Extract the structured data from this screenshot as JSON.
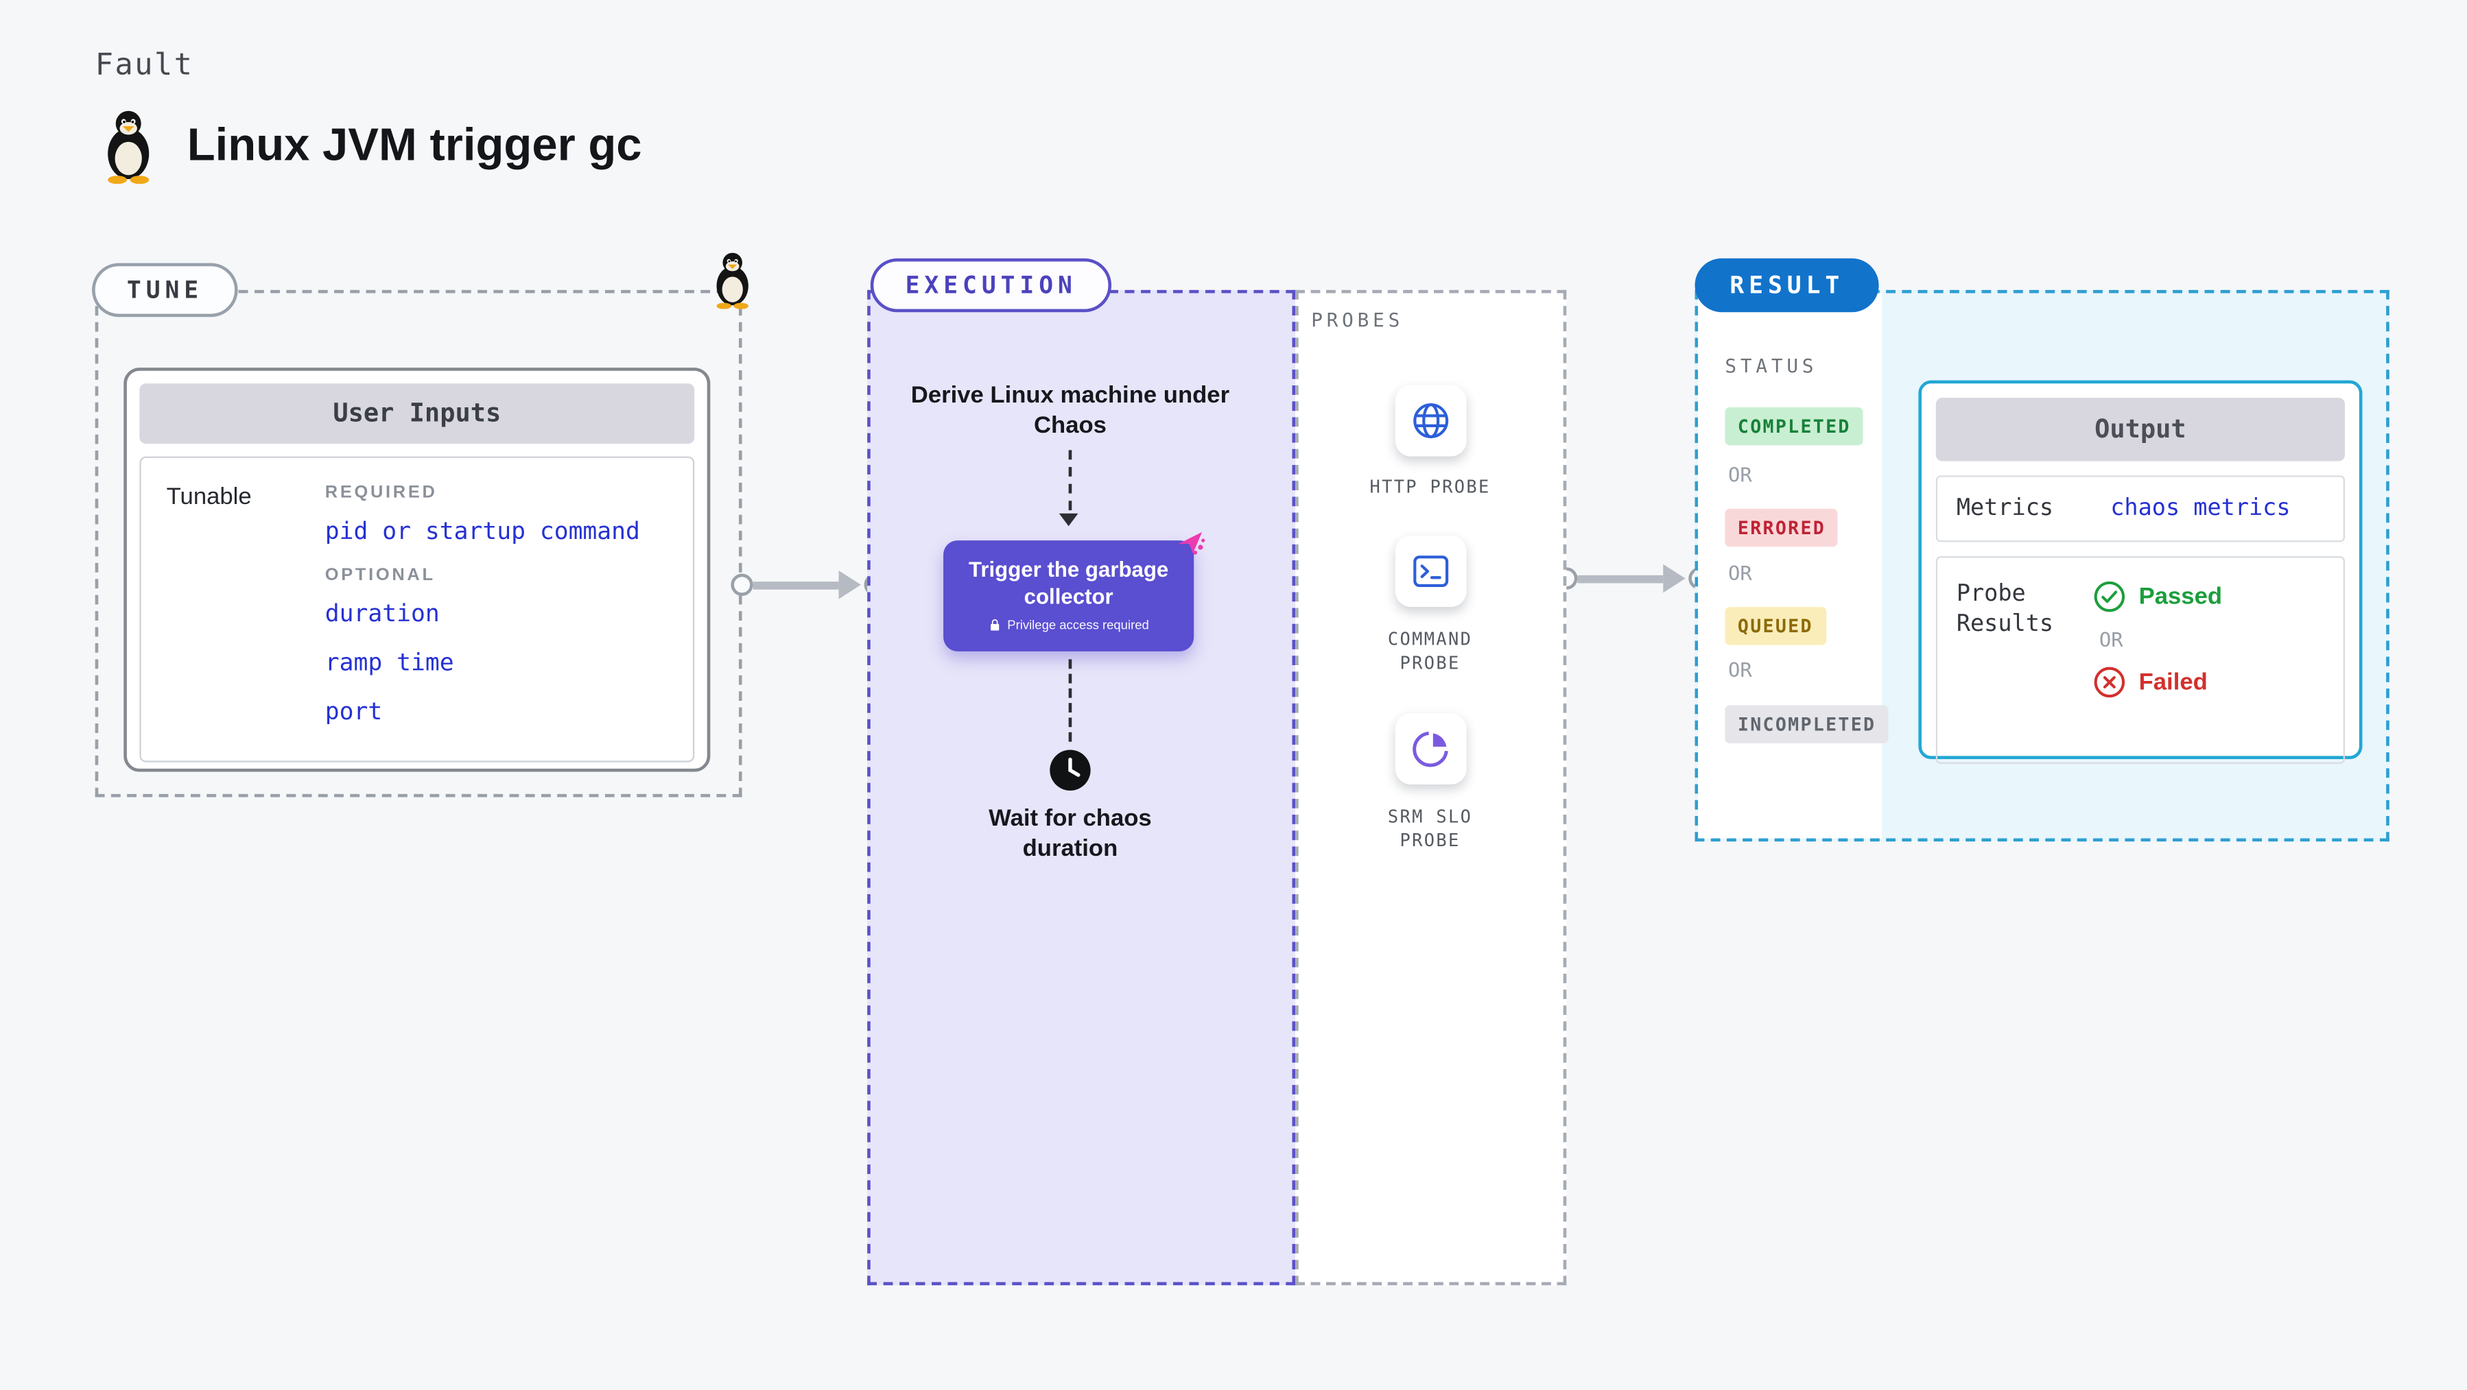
{
  "colors": {
    "accent_purple": "#5a4ed1",
    "result_blue": "#1273cb",
    "link_blue": "#2531d3",
    "passed_green": "#1b9e3c",
    "failed_red": "#d2302c",
    "chaos_pink": "#ec3ab0"
  },
  "header": {
    "kicker": "Fault",
    "title": "Linux JVM trigger gc"
  },
  "tune": {
    "pill": "TUNE",
    "card_title": "User Inputs",
    "row_label": "Tunable",
    "required_label": "REQUIRED",
    "required_items": [
      "pid or startup command"
    ],
    "optional_label": "OPTIONAL",
    "optional_items": [
      "duration",
      "ramp time",
      "port"
    ]
  },
  "execution": {
    "pill": "EXECUTION",
    "step_derive": "Derive Linux machine under Chaos",
    "action_title": "Trigger the garbage collector",
    "action_note": "Privilege access required",
    "step_wait": "Wait for chaos duration",
    "probes": {
      "label": "PROBES",
      "items": [
        {
          "name": "HTTP PROBE"
        },
        {
          "name": "COMMAND PROBE"
        },
        {
          "name": "SRM SLO PROBE"
        }
      ]
    }
  },
  "result": {
    "pill": "RESULT",
    "status_label": "STATUS",
    "or_label": "OR",
    "statuses": [
      {
        "text": "COMPLETED"
      },
      {
        "text": "ERRORED"
      },
      {
        "text": "QUEUED"
      },
      {
        "text": "INCOMPLETED"
      }
    ],
    "output": {
      "title": "Output",
      "metrics_label": "Metrics",
      "metrics_value": "chaos metrics",
      "probe_results_label": "Probe Results",
      "passed": "Passed",
      "failed": "Failed"
    }
  }
}
